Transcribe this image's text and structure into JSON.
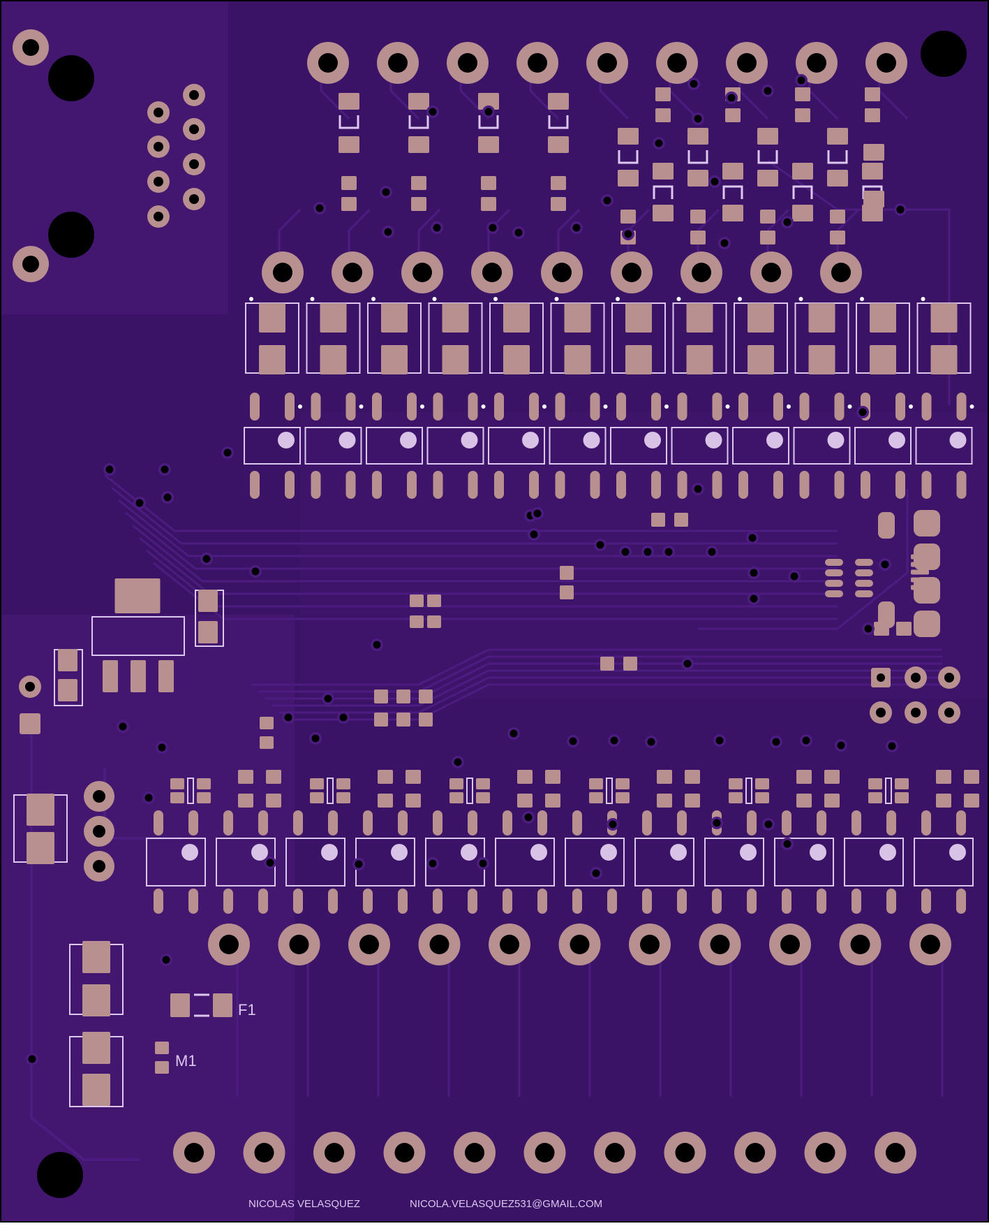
{
  "board": {
    "colors": {
      "substrate": "#3a1266",
      "copper_pour": "#43166f",
      "trace": "#4d1c80",
      "pad": "#b89090",
      "silk": "#dcc8ee",
      "drill": "#000000",
      "outline": "#000000"
    },
    "labels": {
      "fuse": "F1",
      "module": "M1",
      "author": "NICOLAS VELASQUEZ",
      "email": "NICOLA.VELASQUEZ531@GMAIL.COM"
    }
  }
}
